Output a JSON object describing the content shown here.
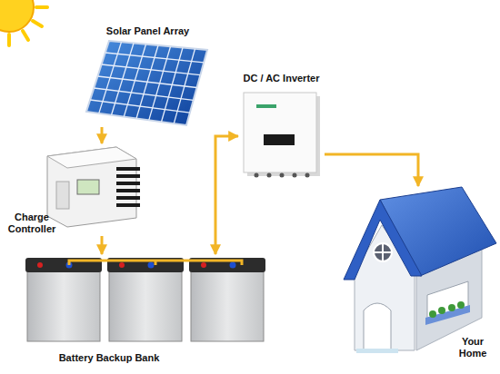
{
  "diagram": {
    "nodes": [
      {
        "text": [
          "Solar Panel Array"
        ]
      },
      {
        "text": [
          "DC / AC Inverter"
        ]
      },
      {
        "text": [
          "Charge Controller"
        ]
      },
      {
        "text": [
          "Battery Backup Bank"
        ]
      },
      {
        "text": [
          "Your Home"
        ]
      }
    ],
    "edges": [
      {
        "from": 0,
        "to": 2,
        "arrow": "to"
      },
      {
        "from": 2,
        "to": 3,
        "arrow": "to"
      },
      {
        "from": 3,
        "to": 1,
        "arrow": "both"
      },
      {
        "from": 1,
        "to": 4,
        "arrow": "to"
      }
    ]
  }
}
